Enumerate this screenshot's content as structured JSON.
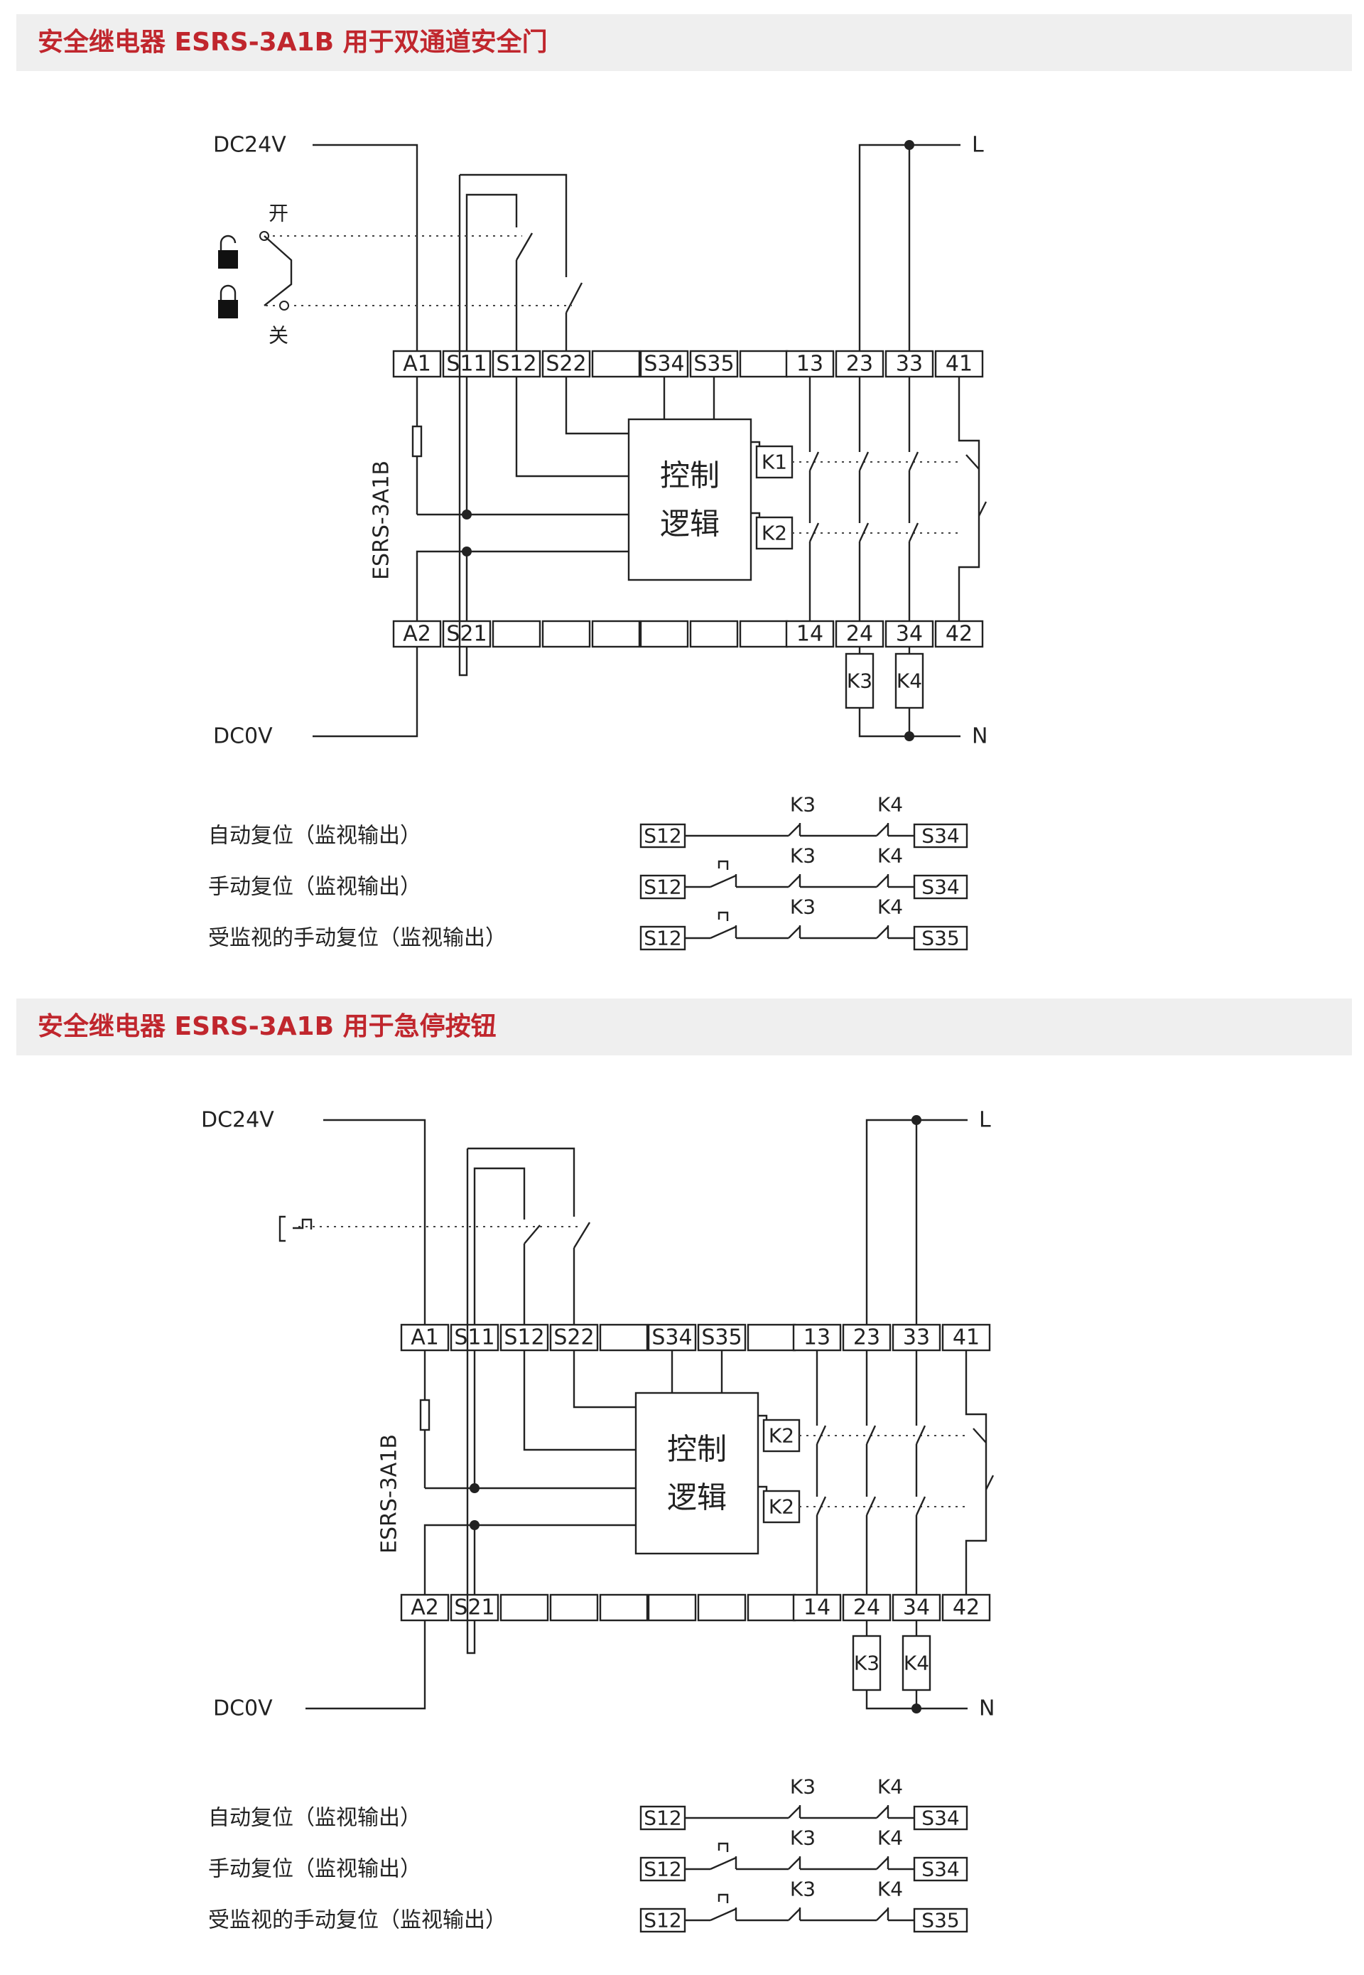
{
  "sections": [
    {
      "title": "安全继电器 ESRS-3A1B 用于双通道安全门",
      "diagram": {
        "supply_plus": "DC24V",
        "supply_minus": "DC0V",
        "line": "L",
        "neutral": "N",
        "open_label": "开",
        "close_label": "关",
        "device": "ESRS-3A1B",
        "logic_line1": "控制",
        "logic_line2": "逻辑",
        "relay_a": "K1",
        "relay_b": "K2",
        "coil_a": "K3",
        "coil_b": "K4",
        "top_terminals": [
          "A1",
          "S11",
          "S12",
          "S22",
          "",
          "S34",
          "S35",
          "",
          "13",
          "23",
          "33",
          "41"
        ],
        "bottom_terminals": [
          "A2",
          "S21",
          "",
          "",
          "",
          "",
          "",
          "",
          "14",
          "24",
          "34",
          "42"
        ]
      },
      "reset_modes": [
        {
          "label": "自动复位（监视输出）",
          "from": "S12",
          "k3": "K3",
          "k4": "K4",
          "to": "S34",
          "button": false
        },
        {
          "label": "手动复位（监视输出）",
          "from": "S12",
          "k3": "K3",
          "k4": "K4",
          "to": "S34",
          "button": true
        },
        {
          "label": "受监视的手动复位（监视输出）",
          "from": "S12",
          "k3": "K3",
          "k4": "K4",
          "to": "S35",
          "button": true
        }
      ]
    },
    {
      "title": "安全继电器 ESRS-3A1B 用于急停按钮",
      "diagram": {
        "supply_plus": "DC24V",
        "supply_minus": "DC0V",
        "line": "L",
        "neutral": "N",
        "device": "ESRS-3A1B",
        "logic_line1": "控制",
        "logic_line2": "逻辑",
        "relay_a": "K2",
        "relay_b": "K2",
        "coil_a": "K3",
        "coil_b": "K4",
        "top_terminals": [
          "A1",
          "S11",
          "S12",
          "S22",
          "",
          "S34",
          "S35",
          "",
          "13",
          "23",
          "33",
          "41"
        ],
        "bottom_terminals": [
          "A2",
          "S21",
          "",
          "",
          "",
          "",
          "",
          "",
          "14",
          "24",
          "34",
          "42"
        ]
      },
      "reset_modes": [
        {
          "label": "自动复位（监视输出）",
          "from": "S12",
          "k3": "K3",
          "k4": "K4",
          "to": "S34",
          "button": false
        },
        {
          "label": "手动复位（监视输出）",
          "from": "S12",
          "k3": "K3",
          "k4": "K4",
          "to": "S34",
          "button": true
        },
        {
          "label": "受监视的手动复位（监视输出）",
          "from": "S12",
          "k3": "K3",
          "k4": "K4",
          "to": "S35",
          "button": true
        }
      ]
    }
  ]
}
